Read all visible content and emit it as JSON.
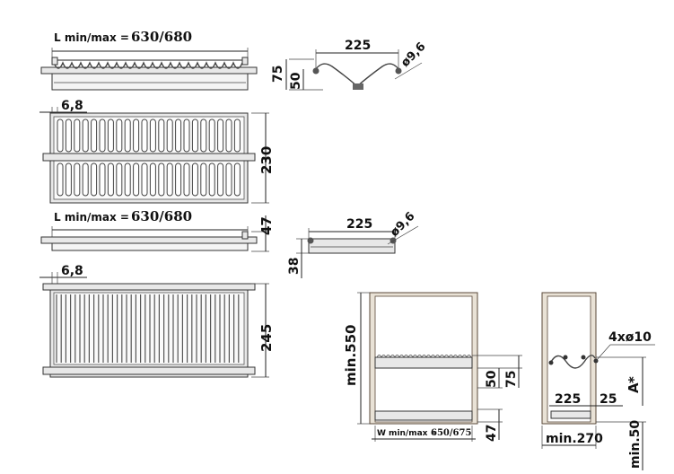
{
  "top_rack": {
    "length_label": "L min/max = ",
    "length_value": "630/680",
    "offset": "6,8",
    "depth": "230"
  },
  "top_profile": {
    "width": "225",
    "diameter": "ø9,6",
    "h_outer": "75",
    "h_inner": "50"
  },
  "bottom_rack": {
    "length_label": "L min/max = ",
    "length_value": "630/680",
    "height": "47",
    "offset": "6,8",
    "depth": "245"
  },
  "bottom_profile": {
    "width": "225",
    "diameter": "ø9,6",
    "height": "38"
  },
  "cabinet_front": {
    "min_height": "min.550",
    "d1": "50",
    "d2": "75",
    "d3": "47",
    "width_label": "W min/max =",
    "width_value": "650/675"
  },
  "cabinet_side": {
    "holes": "4xø10",
    "d1": "225",
    "d2": "25",
    "a_label": "A",
    "a_mark": "*",
    "min_depth": "min.270",
    "min_bottom": "min.50"
  }
}
